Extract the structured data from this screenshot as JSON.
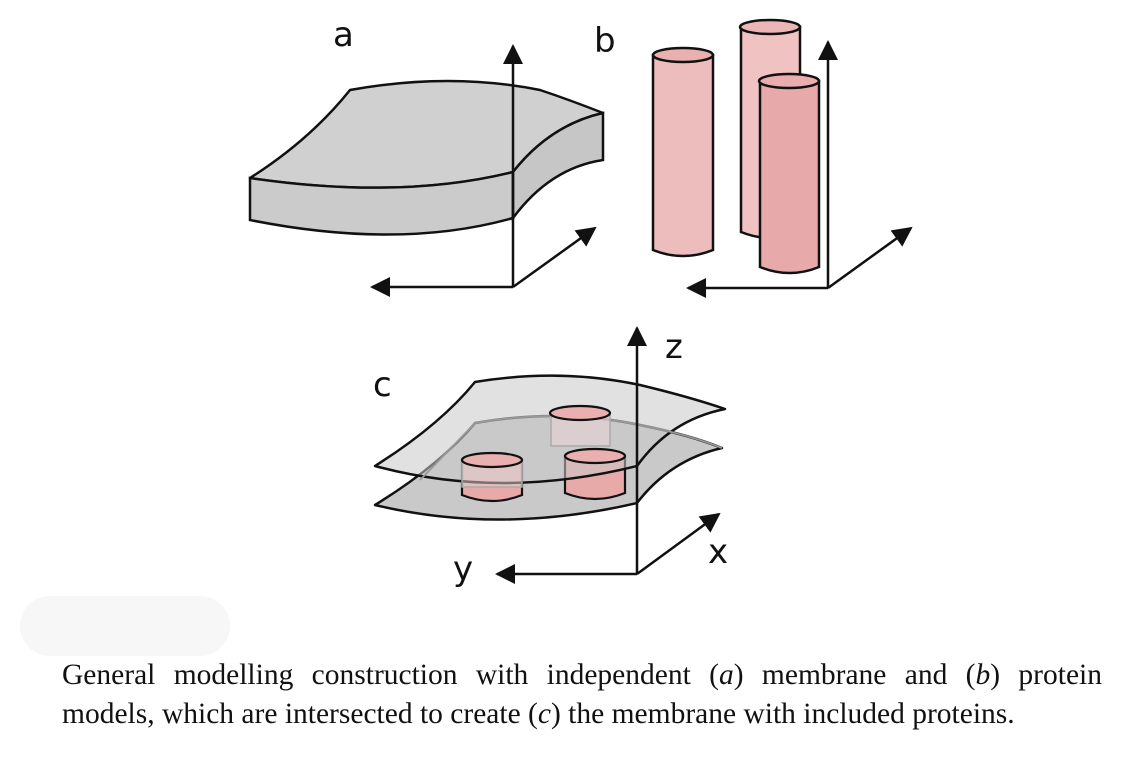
{
  "figure": {
    "panel_labels": {
      "a": "a",
      "b": "b",
      "c": "c"
    },
    "axis_labels": {
      "z": "z",
      "x": "x",
      "y": "y"
    },
    "colors": {
      "membrane_fill": "#c8c8c8",
      "protein_fill": "#eab4b4",
      "protein_fill_front": "#e6a7a7",
      "stroke": "#111111"
    }
  },
  "caption": {
    "part1": "General modelling construction with independent (",
    "a": "a",
    "part2": ") membrane and (",
    "b": "b",
    "part3": ") protein models, which are intersected to create (",
    "c": "c",
    "part4": ") the membrane with included proteins."
  }
}
